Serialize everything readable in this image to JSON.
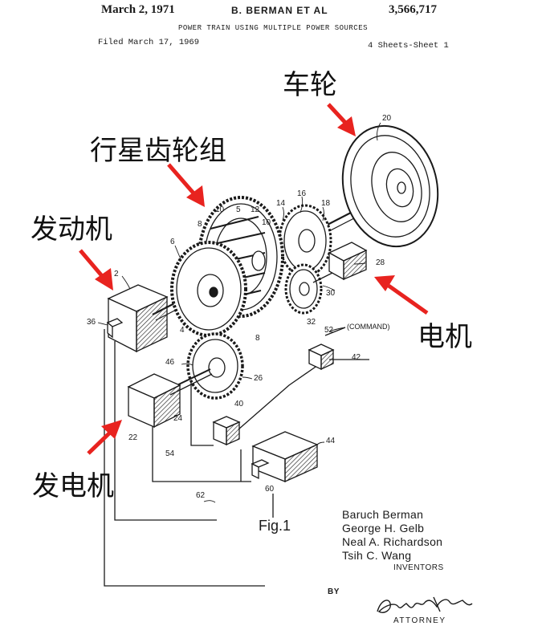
{
  "header": {
    "date": "March 2, 1971",
    "authors": "B. BERMAN ET AL",
    "patent_number": "3,566,717",
    "title": "POWER TRAIN USING MULTIPLE POWER SOURCES",
    "filed": "Filed March 17, 1969",
    "sheets": "4 Sheets-Sheet 1"
  },
  "annotations": {
    "wheel": "车轮",
    "planetary_gear": "行星齿轮组",
    "engine": "发动机",
    "motor": "电机",
    "generator": "发电机",
    "arrow_color": "#e8231f"
  },
  "part_numbers": {
    "n20": "20",
    "n18": "18",
    "n16": "16",
    "n14": "14",
    "n10a": "10",
    "n5": "5",
    "n12": "12",
    "n10b": "10",
    "n8a": "8",
    "n6": "6",
    "n2": "2",
    "n36": "36",
    "n4": "4",
    "n8b": "8",
    "n28": "28",
    "n30": "30",
    "n32": "32",
    "n52": "52",
    "command": "(COMMAND)",
    "n42": "42",
    "n46": "46",
    "n26": "26",
    "n24": "24",
    "n22": "22",
    "n40": "40",
    "n44": "44",
    "n54": "54",
    "n62": "62",
    "n60": "60"
  },
  "figure_label": "Fig.1",
  "inventors": {
    "names": [
      "Baruch Berman",
      "George H. Gelb",
      "Neal A. Richardson",
      "Tsih C. Wang"
    ],
    "label": "INVENTORS"
  },
  "by_label": "BY",
  "attorney": {
    "signature": "Donald W. Fraser",
    "label": "ATTORNEY"
  }
}
